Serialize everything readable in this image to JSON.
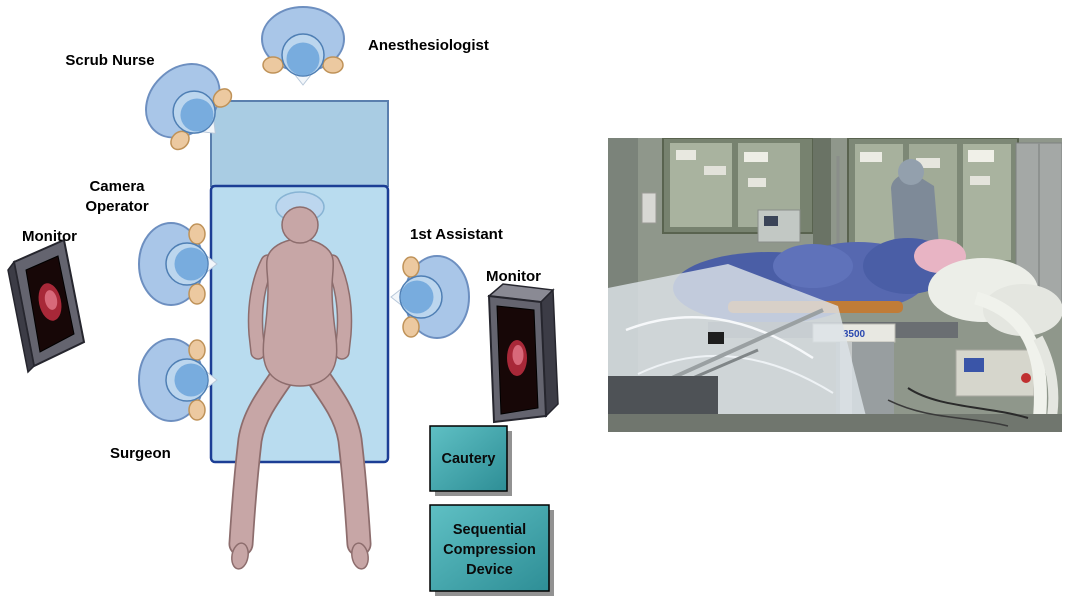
{
  "figure": {
    "labels": {
      "scrub_nurse": "Scrub Nurse",
      "anesthesiologist": "Anesthesiologist",
      "camera_operator_1": "Camera",
      "camera_operator_2": "Operator",
      "monitor_left": "Monitor",
      "first_assistant": "1st Assistant",
      "monitor_right": "Monitor",
      "surgeon": "Surgeon",
      "cautery": "Cautery",
      "scd_1": "Sequential",
      "scd_2": "Compression",
      "scd_3": "Device"
    },
    "colors": {
      "table_fill": "#b9dcef",
      "table_border": "#1c3e95",
      "screen_fill": "#a9cce3",
      "screen_border": "#5a7fae",
      "gown": "#a9c6e8",
      "gown_outline": "#6d8fc0",
      "cap": "#78acde",
      "cap_light": "#bcd6ee",
      "cap_outline": "#4f7fb4",
      "skin": "#c7a6a6",
      "skin_outline": "#8d6d6d",
      "hand": "#ecc9a0",
      "hand_outline": "#bf9258",
      "monitor_body": "#64646f",
      "monitor_dark": "#3c3c46",
      "monitor_top": "#8a8a94",
      "monitor_outline": "#26262e",
      "screen_bg": "#170707",
      "blob_red": "#a82838",
      "blob_light": "#d8697a",
      "device_teal_1": "#5fc0c4",
      "device_teal_2": "#2e8e96",
      "label_color": "#000000"
    }
  },
  "photo": {
    "table_label": "3500"
  }
}
